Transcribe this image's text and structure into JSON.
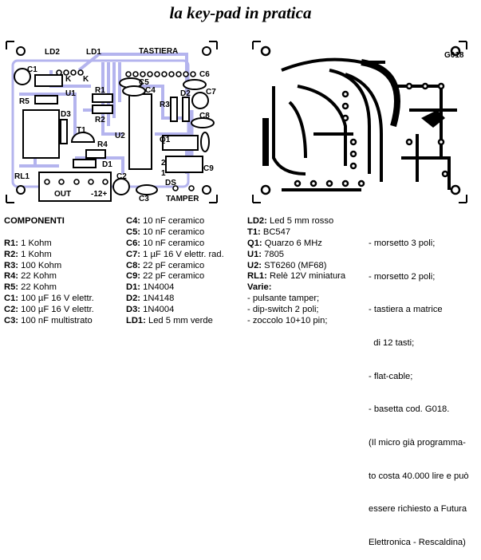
{
  "title": "la key-pad in pratica",
  "pcb_component_side": {
    "trace_color": "#b4b4ee",
    "labels": {
      "ld2": "LD2",
      "ld1": "LD1",
      "tastiera": "TASTIERA",
      "c1": "C1",
      "u1": "U1",
      "k1": "K",
      "k2": "K",
      "r5": "R5",
      "r1": "R1",
      "r2": "R2",
      "c5": "C5",
      "c4": "C4",
      "c6": "C6",
      "c7": "C7",
      "r3": "R3",
      "d2": "D2",
      "d3": "D3",
      "t1": "T1",
      "u2": "U2",
      "c8": "C8",
      "q1": "Q1",
      "r4": "R4",
      "d1": "D1",
      "rl1": "RL1",
      "c9": "C9",
      "ds": "DS",
      "ds1": "1",
      "ds2": "2",
      "c2": "C2",
      "c3": "C3",
      "out": "OUT",
      "supply": "-12+",
      "tamper": "TAMPER"
    }
  },
  "pcb_copper_side": {
    "code": "G018"
  },
  "components": {
    "heading": "COMPONENTI",
    "col1": [
      {
        "ref": "R1:",
        "value": " 1 Kohm"
      },
      {
        "ref": "R2:",
        "value": " 1 Kohm"
      },
      {
        "ref": "R3:",
        "value": " 100 Kohm"
      },
      {
        "ref": "R4:",
        "value": " 22 Kohm"
      },
      {
        "ref": "R5:",
        "value": " 22 Kohm"
      },
      {
        "ref": "C1:",
        "value": " 100 µF 16 V elettr."
      },
      {
        "ref": "C2:",
        "value": " 100 µF 16 V elettr."
      },
      {
        "ref": "C3:",
        "value": " 100 nF multistrato"
      }
    ],
    "col2": [
      {
        "ref": "C4:",
        "value": " 10 nF ceramico"
      },
      {
        "ref": "C5:",
        "value": " 10 nF ceramico"
      },
      {
        "ref": "C6:",
        "value": " 10 nF ceramico"
      },
      {
        "ref": "C7:",
        "value": " 1 µF 16 V elettr. rad."
      },
      {
        "ref": "C8:",
        "value": " 22 pF ceramico"
      },
      {
        "ref": "C9:",
        "value": " 22 pF ceramico"
      },
      {
        "ref": "D1:",
        "value": " 1N4004"
      },
      {
        "ref": "D2:",
        "value": " 1N4148"
      },
      {
        "ref": "D3:",
        "value": " 1N4004"
      },
      {
        "ref": "LD1:",
        "value": " Led 5 mm verde"
      }
    ],
    "col3": [
      {
        "ref": "LD2:",
        "value": " Led 5 mm rosso"
      },
      {
        "ref": "T1:",
        "value": " BC547"
      },
      {
        "ref": "Q1:",
        "value": " Quarzo 6 MHz"
      },
      {
        "ref": "U1:",
        "value": " 7805"
      },
      {
        "ref": "U2:",
        "value": " ST6260 (MF68)"
      },
      {
        "ref": "RL1:",
        "value": " Relè 12V miniatura"
      }
    ],
    "varie_heading": "Varie:",
    "col3_varie": [
      "- pulsante tamper;",
      "- dip-switch 2 poli;",
      "- zoccolo 10+10 pin;"
    ],
    "col4": [
      "- morsetto 3 poli;",
      "- morsetto 2 poli;",
      "- tastiera a matrice",
      "  di 12 tasti;",
      "- flat-cable;",
      "- basetta cod. G018.",
      "(Il micro già programma-",
      "to costa 40.000 lire e può",
      "essere richiesto a Futura",
      "Elettronica - Rescaldina)"
    ]
  }
}
